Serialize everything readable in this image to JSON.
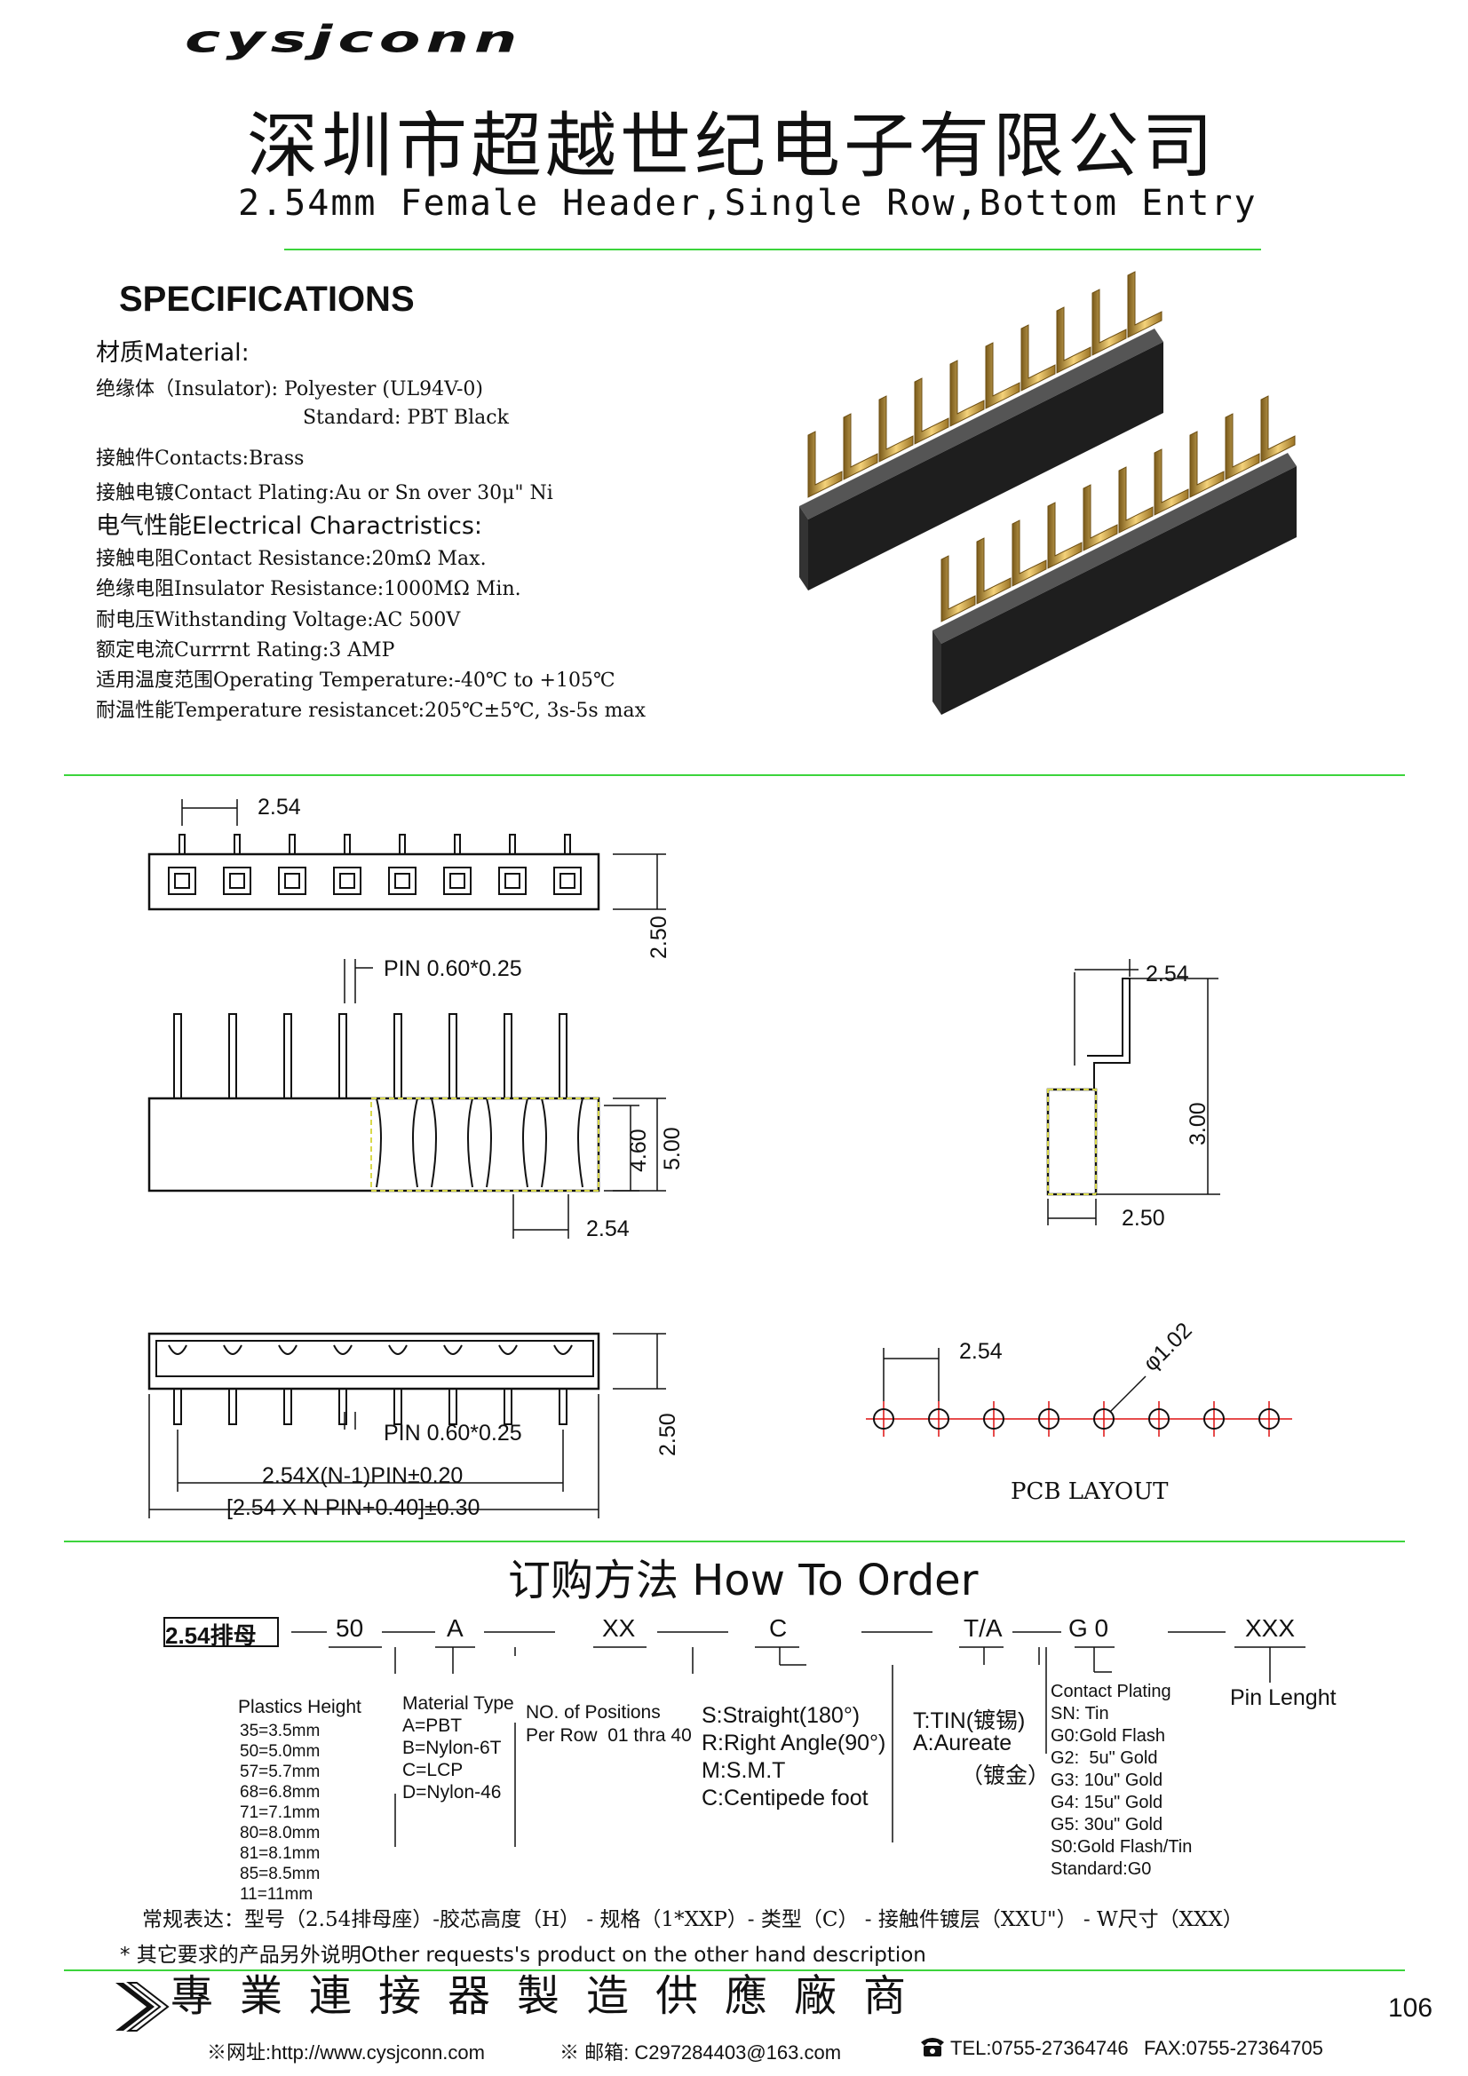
{
  "header": {
    "logo_text": "cysjconn",
    "company_cn": "深圳市超越世纪电子有限公司",
    "product_title": "2.54mm Female Header,Single Row,Bottom Entry"
  },
  "specs": {
    "heading": "SPECIFICATIONS",
    "material_heading": "材质Material:",
    "material_lines": [
      "绝缘体（Insulator): Polyester (UL94V-0)",
      "        Standard: PBT Black",
      "接触件Contacts:Brass",
      "接触电镀Contact Plating:Au or Sn over 30μ\" Ni"
    ],
    "electrical_heading": "电气性能Electrical Charactristics:",
    "electrical_lines": [
      "接触电阻Contact Resistance:20mΩ Max.",
      "绝缘电阻Insulator Resistance:1000MΩ Min.",
      "耐电压Withstanding Voltage:AC 500V",
      "额定电流Currrnt Rating:3 AMP",
      "适用温度范围Operating Temperature:-40℃ to +105℃",
      "耐温性能Temperature resistancet:205℃±5℃, 3s-5s max"
    ]
  },
  "drawing": {
    "dim_pitch": "2.54",
    "dim_height_top": "2.50",
    "pin_label": "PIN 0.60*0.25",
    "dim_460": "4.60",
    "dim_500": "5.00",
    "dim_pitch_bottom": "2.54",
    "side_pitch": "2.54",
    "side_300": "3.00",
    "side_250": "2.50",
    "bottom_pin_label": "PIN 0.60*0.25",
    "bottom_250": "2.50",
    "formula_1": "2.54X(N-1)PIN±0.20",
    "formula_2": "[2.54 X N PIN+0.40]±0.30",
    "pcb_pitch": "2.54",
    "pcb_hole": "φ1.02",
    "pcb_label": "PCB LAYOUT"
  },
  "order": {
    "title": "订购方法 How To Order",
    "codes": {
      "base": "2.54排母",
      "height": "50",
      "material": "A",
      "positions": "XX",
      "type": "C",
      "plating_tin": "T/A",
      "plating": "G 0",
      "length": "XXX"
    },
    "height_title": "Plastics Height",
    "height_options": [
      "35=3.5mm",
      "50=5.0mm",
      "57=5.7mm",
      "68=6.8mm",
      "71=7.1mm",
      "80=8.0mm",
      "81=8.1mm",
      "85=8.5mm",
      "11=11mm"
    ],
    "material_title": "Material Type",
    "material_options": [
      "A=PBT",
      "B=Nylon-6T",
      "C=LCP",
      "D=Nylon-46"
    ],
    "positions_line1": "NO. of Positions",
    "positions_line2": "Per Row  01 thra 40",
    "type_options": [
      "S:Straight(180°)",
      "R:Right Angle(90°)",
      "M:S.M.T",
      "C:Centipede foot"
    ],
    "tin_options": [
      "T:TIN(镀锡)",
      "A:Aureate",
      "（镀金）"
    ],
    "plating_title": "Contact Plating",
    "plating_options": [
      "SN: Tin",
      "G0:Gold Flash",
      "G2:  5u\" Gold",
      "G3: 10u\" Gold",
      "G4: 15u\" Gold",
      "G5: 30u\" Gold",
      "S0:Gold Flash/Tin",
      "Standard:G0"
    ],
    "length_label": "Pin Lenght",
    "conventional": "常规表达：型号（2.54排母座）-胶芯高度（H） - 规格（1*XXP）- 类型（C） - 接触件镀层（XXU\"） - W尺寸（XXX）",
    "other_note": "* 其它要求的产品另外说明Other requests's product on the other hand description"
  },
  "footer": {
    "slogan": "專業連接器製造供應廠商",
    "page_number": "106",
    "website": "※网址:http://www.cysjconn.com",
    "email": "※ 邮箱: C297284403@163.com",
    "tel": "TEL:0755-27364746",
    "fax": "FAX:0755-27364705"
  }
}
